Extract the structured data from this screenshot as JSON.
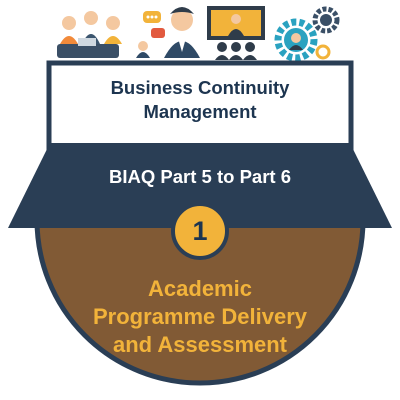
{
  "card": {
    "title_line1": "Business Continuity",
    "title_line2": "Management",
    "subtitle": "BIAQ Part 5 to Part 6",
    "number": "1",
    "bottom_line1": "Academic",
    "bottom_line2": "Programme Delivery",
    "bottom_line3": "and Assessment"
  },
  "colors": {
    "navy": "#2a3e55",
    "brown": "#815a35",
    "gold": "#f2b33a",
    "dark_text": "#1d3550"
  },
  "icons": [
    "people-meeting-icon",
    "chat-bubbles-icon",
    "businessman-icon",
    "presentation-screen-icon",
    "gears-icon"
  ]
}
